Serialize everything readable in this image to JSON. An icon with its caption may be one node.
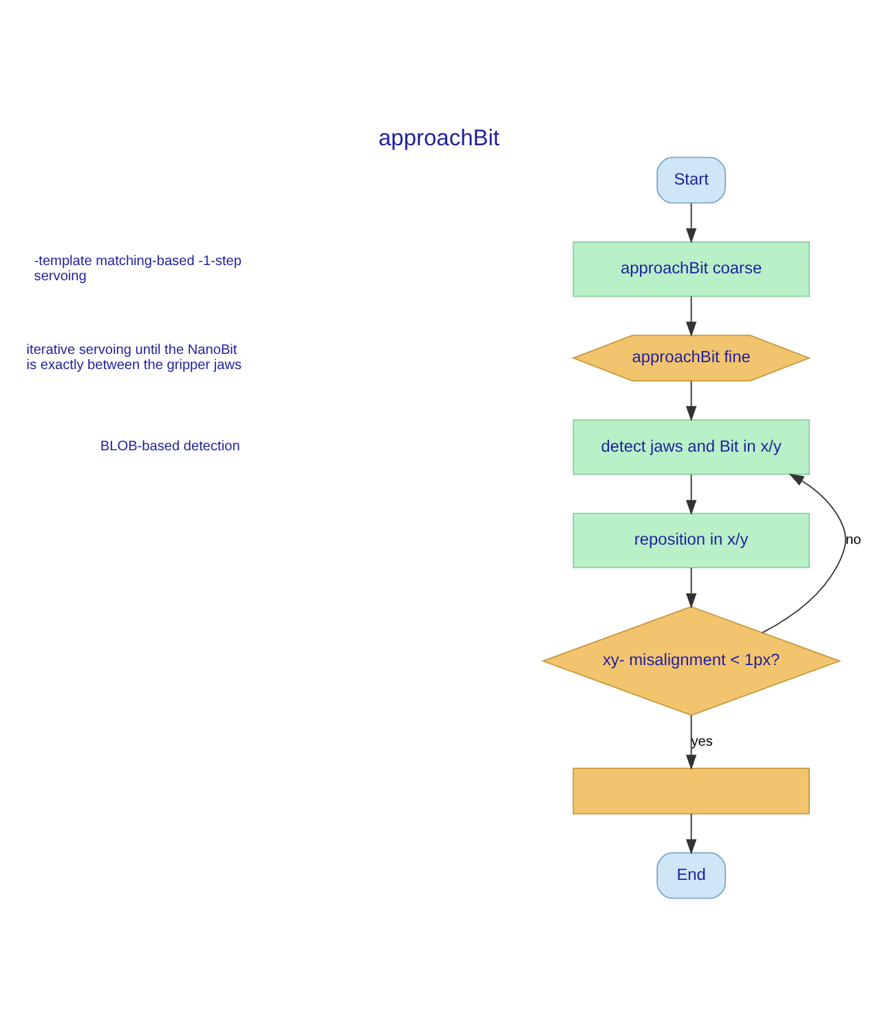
{
  "diagram": {
    "title": "approachBit",
    "nodes": [
      {
        "text": [
          "Start"
        ]
      },
      {
        "text": [
          "approachBit coarse"
        ]
      },
      {
        "text": [
          "approachBit fine"
        ]
      },
      {
        "text": [
          "detect jaws and Bit in x/y"
        ]
      },
      {
        "text": [
          "reposition in x/y"
        ]
      },
      {
        "text": [
          "xy- misalignment < 1px?"
        ]
      },
      {
        "text": [],
        "shape": "box"
      },
      {
        "text": [
          "End"
        ]
      }
    ],
    "edges": [
      {
        "from": 0,
        "to": 1,
        "arrow": "to"
      },
      {
        "from": 1,
        "to": 2,
        "arrow": "to"
      },
      {
        "from": 2,
        "to": 3,
        "arrow": "to"
      },
      {
        "from": 3,
        "to": 4,
        "arrow": "to"
      },
      {
        "from": 4,
        "to": 5,
        "arrow": "to"
      },
      {
        "from": 5,
        "to": 3,
        "arrow": "to",
        "label": "no"
      },
      {
        "from": 5,
        "to": 6,
        "arrow": "to",
        "label": "yes"
      },
      {
        "from": 6,
        "to": 7,
        "arrow": "to"
      }
    ],
    "labels": [
      "-template matching-based -1-step servoing",
      "iterative servoing until the NanoBit is exactly between the gripper jaws",
      "BLOB-based detection"
    ]
  }
}
